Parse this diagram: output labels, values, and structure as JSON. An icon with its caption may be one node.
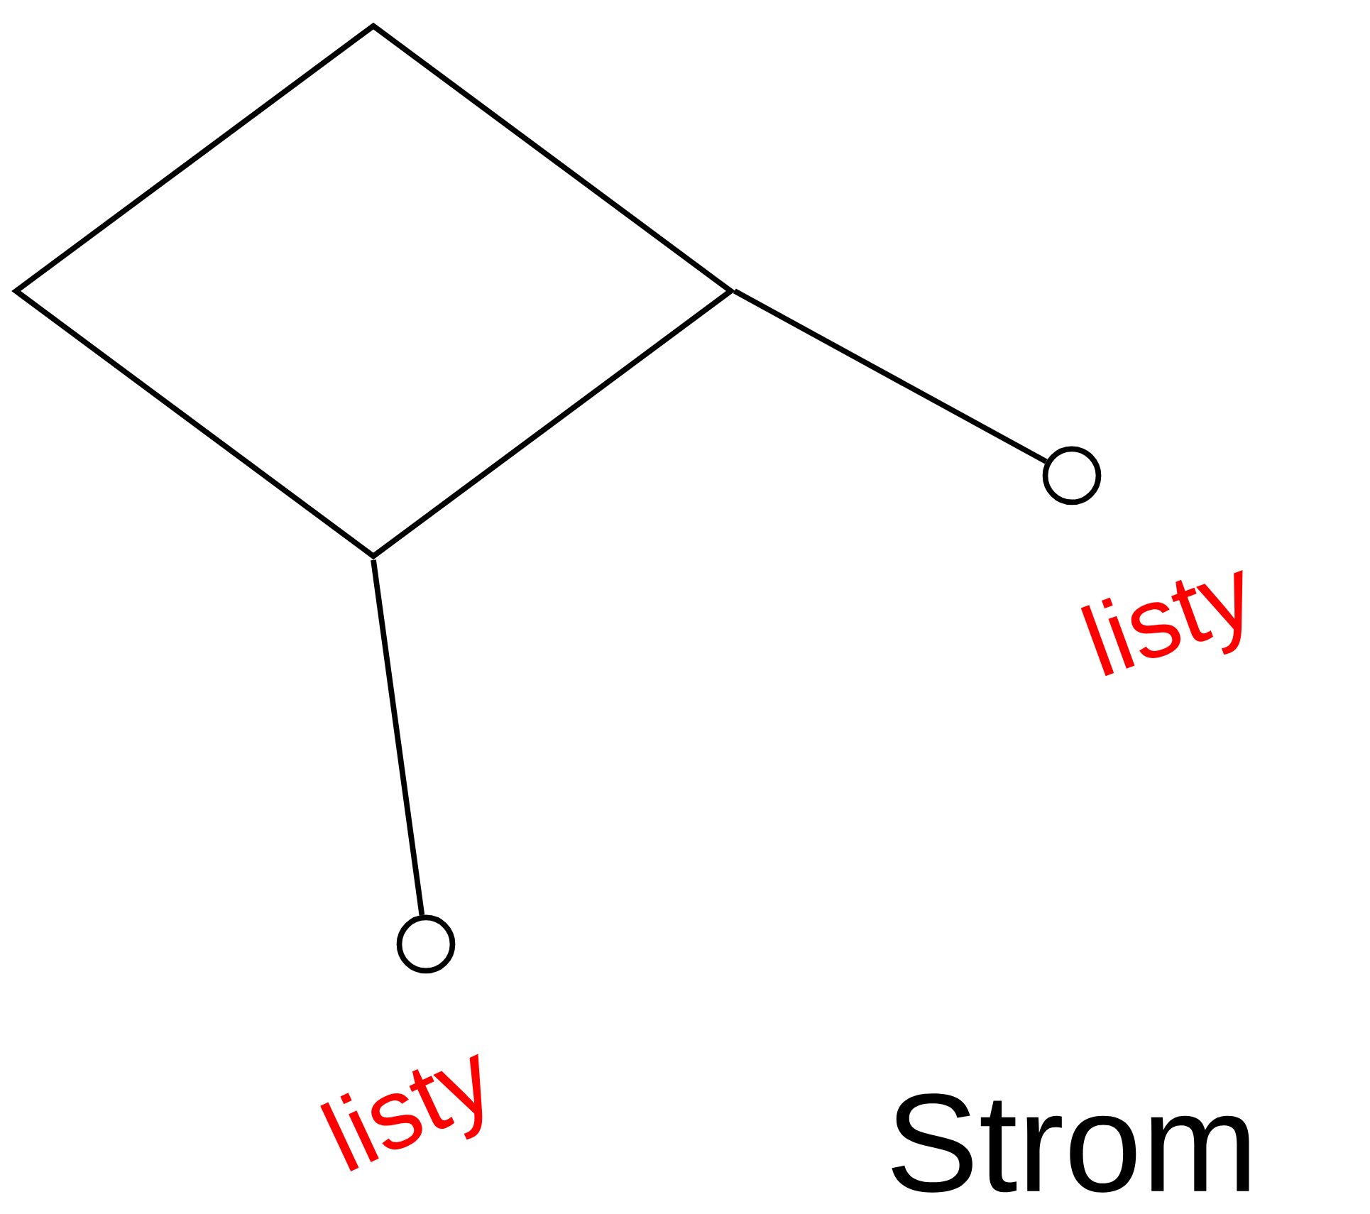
{
  "diagram": {
    "nodes": [
      {
        "text": [],
        "shape": "diamond"
      },
      {
        "text": [],
        "shape": "circle",
        "beside": [
          "listy"
        ]
      },
      {
        "text": [],
        "shape": "circle",
        "beside": [
          "listy"
        ]
      }
    ],
    "edges": [
      {
        "from": 0,
        "to": 1,
        "arrow": "none"
      },
      {
        "from": 0,
        "to": 2,
        "arrow": "none"
      }
    ],
    "labels": [
      "Strom"
    ]
  }
}
